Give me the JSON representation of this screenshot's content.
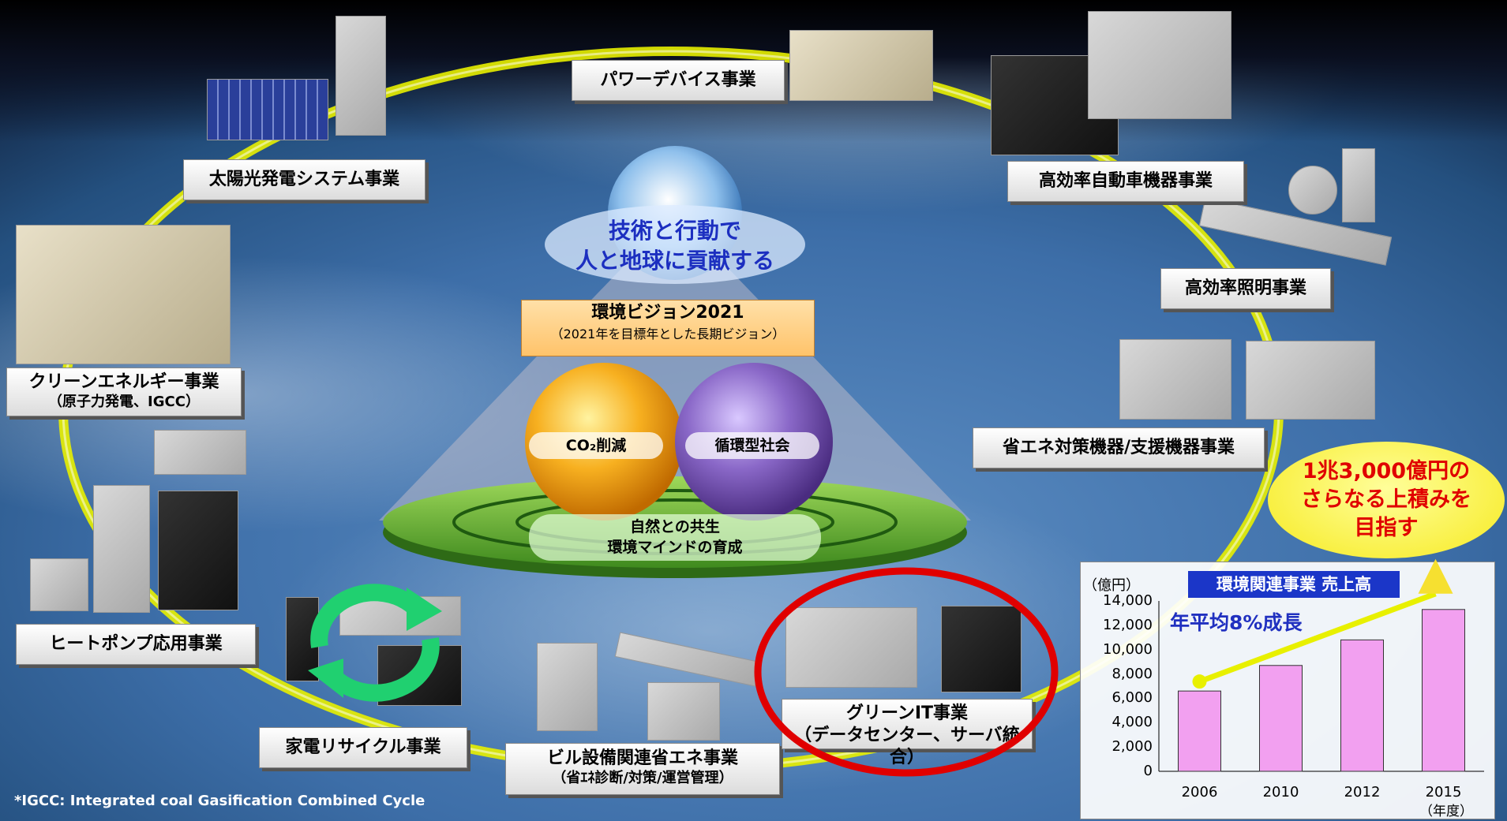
{
  "businesses": {
    "power_device": "パワーデバイス事業",
    "solar": "太陽光発電システム事業",
    "automotive": "高効率自動車機器事業",
    "lighting": "高効率照明事業",
    "clean_energy": "クリーンエネルギー事業",
    "clean_energy_sub": "（原子力発電、IGCC）",
    "energy_saving": "省エネ対策機器/支援機器事業",
    "heat_pump": "ヒートポンプ応用事業",
    "recycle": "家電リサイクル事業",
    "building": "ビル設備関連省エネ事業",
    "building_sub": "（省ｴﾈ診断/対策/運営管理）",
    "green_it": "グリーンIT事業",
    "green_it_sub": "（データセンター、サーバ統合）"
  },
  "center": {
    "slogan_line1": "技術と行動で",
    "slogan_line2": "人と地球に貢献する",
    "vision_title": "環境ビジョン2021",
    "vision_sub": "（2021年を目標年とした長期ビジョン）",
    "co2": "CO₂削減",
    "recycling_society": "循環型社会",
    "nature_line1": "自然との共生",
    "nature_line2": "環境マインドの育成"
  },
  "goal": {
    "line1": "1兆3,000億円の",
    "line2": "さらなる上積みを",
    "line3": "目指す"
  },
  "footnote": "*IGCC: Integrated coal Gasification Combined Cycle",
  "colors": {
    "orbit": "#e8f000",
    "highlight_ring": "#e00000",
    "bar": "#f2a0f0",
    "chart_title_bg": "#1b36c8"
  },
  "chart_data": {
    "type": "bar",
    "title": "環境関連事業 売上高",
    "ylabel": "（億円）",
    "xlabel_unit": "（年度）",
    "annotation": "年平均8%成長",
    "categories": [
      "2006",
      "2010",
      "2012",
      "2015"
    ],
    "values": [
      6600,
      8700,
      10800,
      13300
    ],
    "ylim": [
      0,
      14000
    ],
    "yticks": [
      "0",
      "2,000",
      "4,000",
      "6,000",
      "8,000",
      "10,000",
      "12,000",
      "14,000"
    ]
  }
}
